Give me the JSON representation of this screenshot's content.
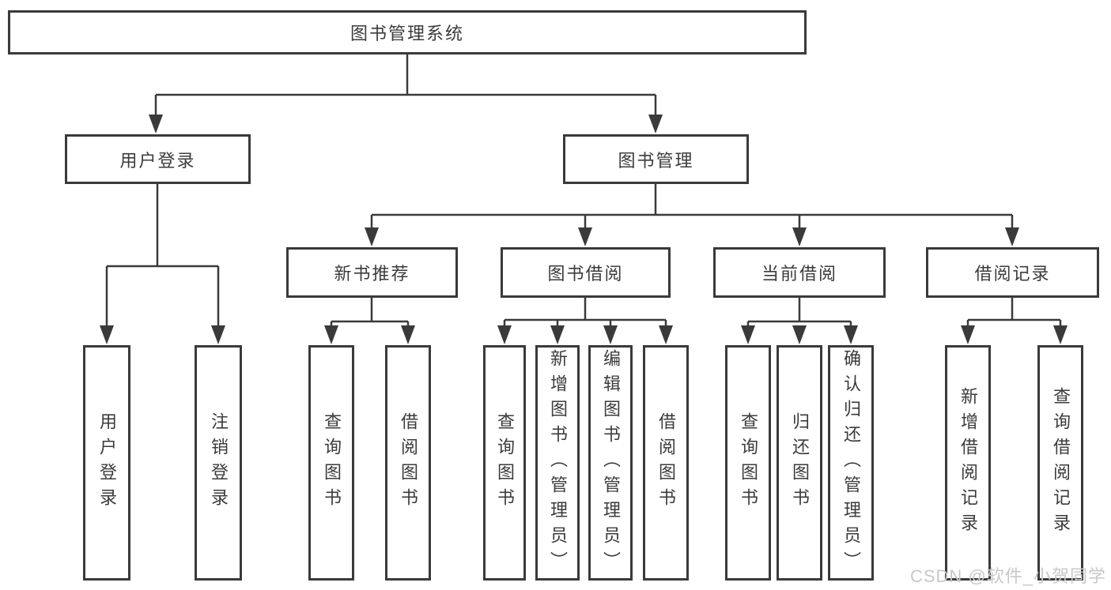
{
  "diagram": {
    "root": {
      "label": "图书管理系统",
      "children": [
        {
          "label": "用户登录",
          "children": [
            {
              "label": "用户登录"
            },
            {
              "label": "注销登录"
            }
          ]
        },
        {
          "label": "图书管理",
          "children": [
            {
              "label": "新书推荐",
              "children": [
                {
                  "label": "查询图书"
                },
                {
                  "label": "借阅图书"
                }
              ]
            },
            {
              "label": "图书借阅",
              "children": [
                {
                  "label": "查询图书"
                },
                {
                  "label": "新增图书（管理员）"
                },
                {
                  "label": "编辑图书（管理员）"
                },
                {
                  "label": "借阅图书"
                }
              ]
            },
            {
              "label": "当前借阅",
              "children": [
                {
                  "label": "查询图书"
                },
                {
                  "label": "归还图书"
                },
                {
                  "label": "确认归还（管理员）"
                }
              ]
            },
            {
              "label": "借阅记录",
              "children": [
                {
                  "label": "新增借阅记录"
                },
                {
                  "label": "查询借阅记录"
                }
              ]
            }
          ]
        }
      ]
    }
  },
  "watermark": {
    "text": "CSDN @软件_小贺同学"
  },
  "colors": {
    "line": "#3a3a3a",
    "text": "#3b3b3b",
    "watermark": "#c8c8c8",
    "background": "#ffffff"
  }
}
